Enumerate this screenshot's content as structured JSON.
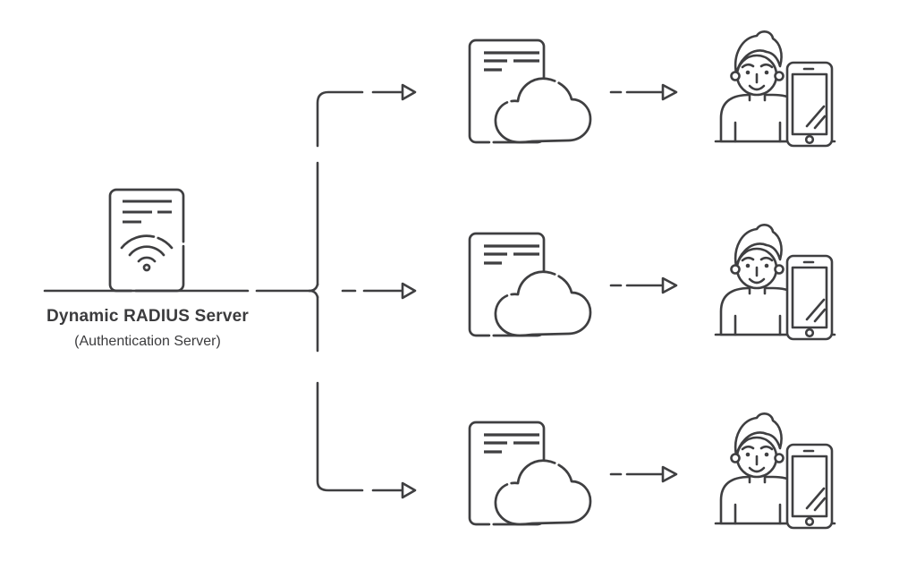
{
  "colors": {
    "stroke": "#3f3f41",
    "text": "#3b3b3d",
    "background": "#ffffff"
  },
  "server": {
    "title": "Dynamic RADIUS Server",
    "subtitle": "(Authentication Server)",
    "icon": "wifi-document-server-icon"
  },
  "flows": {
    "row_count": 3,
    "rows": [
      {
        "service_icon": "cloud-document-icon",
        "connector_icon": "dashed-arrow-icon",
        "client_icon": "user-with-smartphone-icon"
      },
      {
        "service_icon": "cloud-document-icon",
        "connector_icon": "dashed-arrow-icon",
        "client_icon": "user-with-smartphone-icon"
      },
      {
        "service_icon": "cloud-document-icon",
        "connector_icon": "dashed-arrow-icon",
        "client_icon": "user-with-smartphone-icon"
      }
    ]
  }
}
